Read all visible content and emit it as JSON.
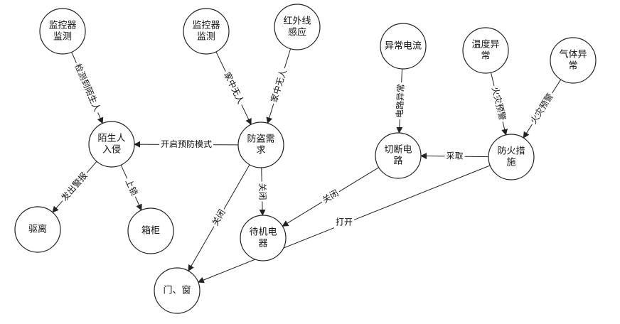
{
  "colors": {
    "stroke": "#222222",
    "background": "#ffffff",
    "text": "#111111"
  },
  "nodes": {
    "monitor1": [
      "监控器",
      "监测"
    ],
    "monitor2": [
      "监控器",
      "监测"
    ],
    "infrared": [
      "红外线",
      "感应"
    ],
    "abnormal_current": [
      "异常电流"
    ],
    "temperature": [
      "温度异",
      "常"
    ],
    "gas": [
      "气体异",
      "常"
    ],
    "intruder": [
      "陌生人",
      "入侵"
    ],
    "antitheft": [
      "防盗需",
      "求"
    ],
    "cut_circuit": [
      "切断电",
      "路"
    ],
    "fire_prevention": [
      "防火措",
      "施"
    ],
    "drive_away": [
      "驱离"
    ],
    "lock_cabinet": [
      "箱柜"
    ],
    "standby_appliance": [
      "待机电",
      "器"
    ],
    "door_window": [
      "门、窗"
    ]
  },
  "edges": {
    "detect_stranger": "检测到陌生人",
    "nobody_home_1": "家中无人",
    "nobody_home_2": "家中无人",
    "circuit_abnormal": "电路异常",
    "fire_warning_1": "火灾预警",
    "fire_warning_2": "火灾预警",
    "enable_defense": "开启预防模式",
    "sound_alarm": "发出警报",
    "lock_up": "上锁",
    "close_door": "关闭",
    "close_appliance": "关闭",
    "shut_off": "关闭",
    "take_action": "采取",
    "open_door": "打开"
  }
}
